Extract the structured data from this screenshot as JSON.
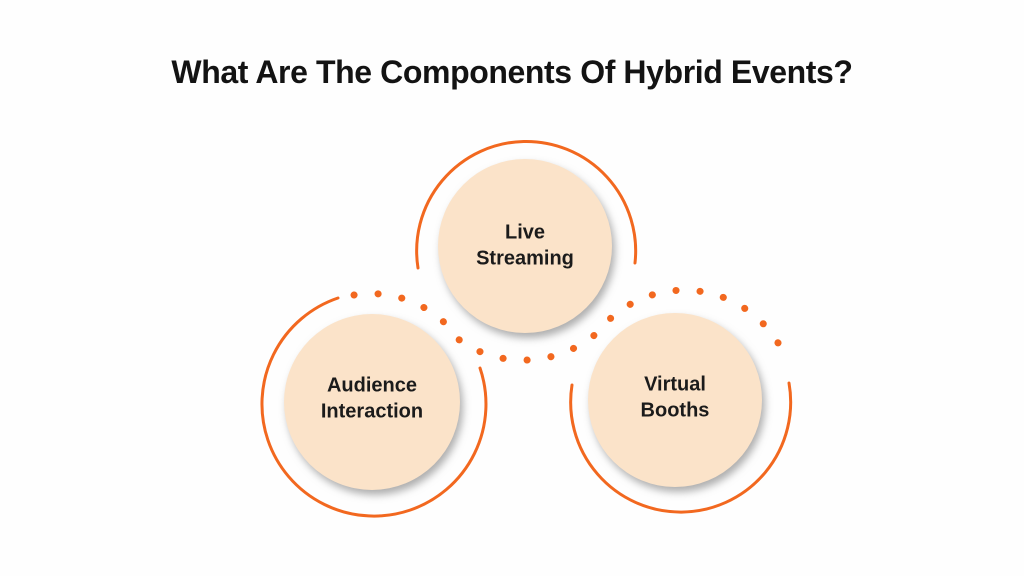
{
  "title": "What Are The Components Of Hybrid Events?",
  "diagram": {
    "type": "infographic-circle-components",
    "nodes": [
      {
        "id": "live-streaming",
        "label": "Live Streaming"
      },
      {
        "id": "audience-interaction",
        "label": "Audience Interaction"
      },
      {
        "id": "virtual-booths",
        "label": "Virtual Booths"
      }
    ],
    "connector_style": "dotted-arc"
  },
  "theme": {
    "background": "#fefefe",
    "accent": "#f2681f",
    "node_fill": "#fbe3c9",
    "title_color": "#131313",
    "label_color": "#1b1b1b"
  }
}
